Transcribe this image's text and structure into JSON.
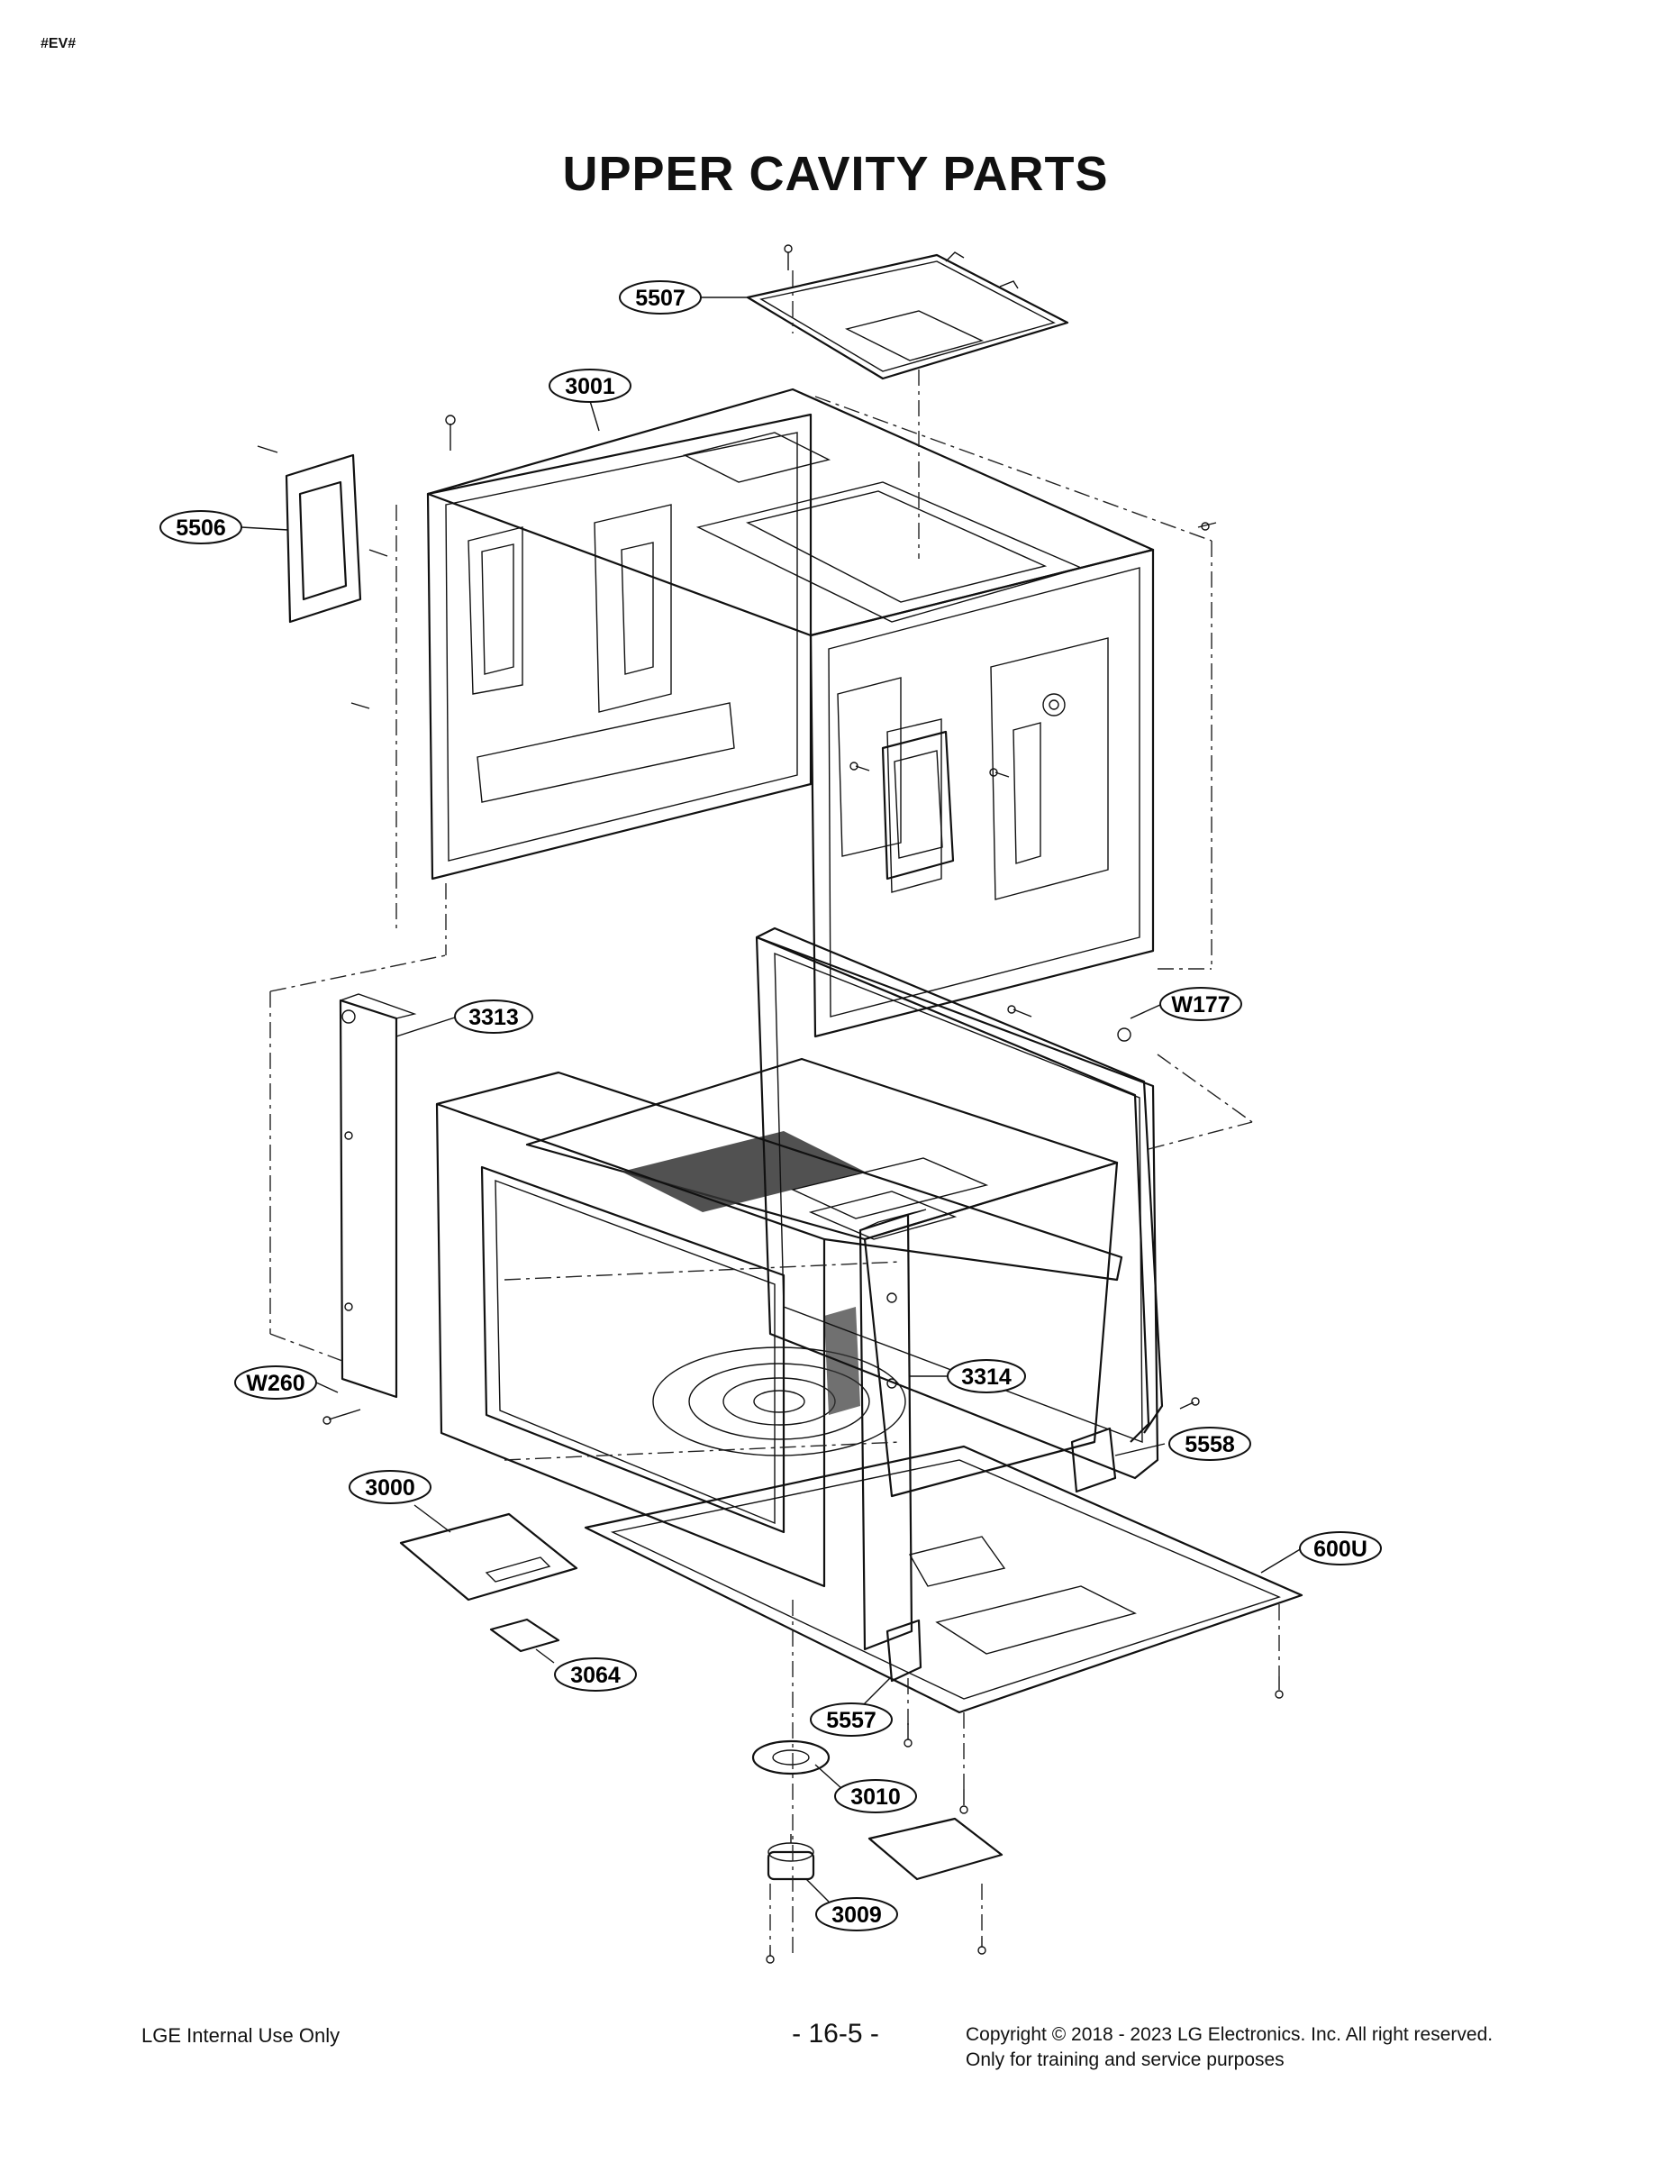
{
  "header": {
    "tag": "#EV#",
    "title": "UPPER CAVITY PARTS"
  },
  "callouts": [
    {
      "id": "5507"
    },
    {
      "id": "3001"
    },
    {
      "id": "5506"
    },
    {
      "id": "3313"
    },
    {
      "id": "W177"
    },
    {
      "id": "W260"
    },
    {
      "id": "3314"
    },
    {
      "id": "5558"
    },
    {
      "id": "3000"
    },
    {
      "id": "600U"
    },
    {
      "id": "3064"
    },
    {
      "id": "5557"
    },
    {
      "id": "3010"
    },
    {
      "id": "3009"
    }
  ],
  "footer": {
    "left": "LGE Internal Use Only",
    "page": "- 16-5 -",
    "copyright": "Copyright © 2018 - 2023 LG Electronics. Inc. All right reserved.",
    "note": "Only for training and service purposes"
  }
}
